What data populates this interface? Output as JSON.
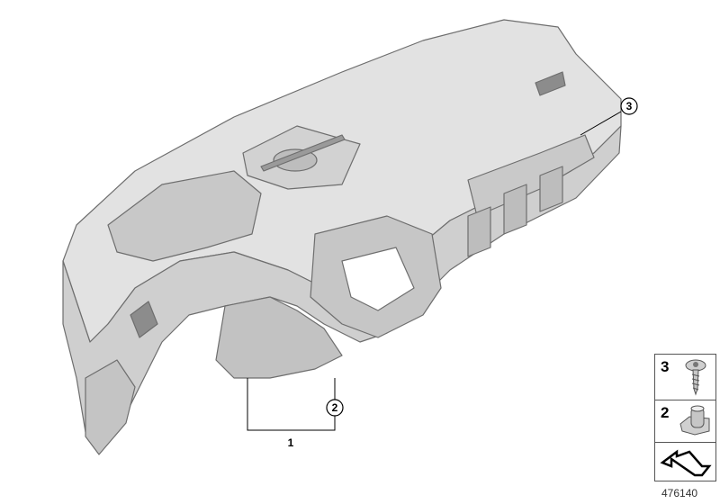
{
  "callouts": [
    {
      "label": "3"
    },
    {
      "label": "2"
    },
    {
      "label": "1"
    }
  ],
  "legend": {
    "items": [
      {
        "number": "3",
        "icon": "screw-icon"
      },
      {
        "number": "2",
        "icon": "clip-nut-icon"
      },
      {
        "number": "",
        "icon": "arrow-icon"
      }
    ]
  },
  "figure_id": "476140",
  "colors": {
    "part_fill": "#d9d9d9",
    "part_stroke": "#6e6e6e",
    "line": "#000000"
  }
}
